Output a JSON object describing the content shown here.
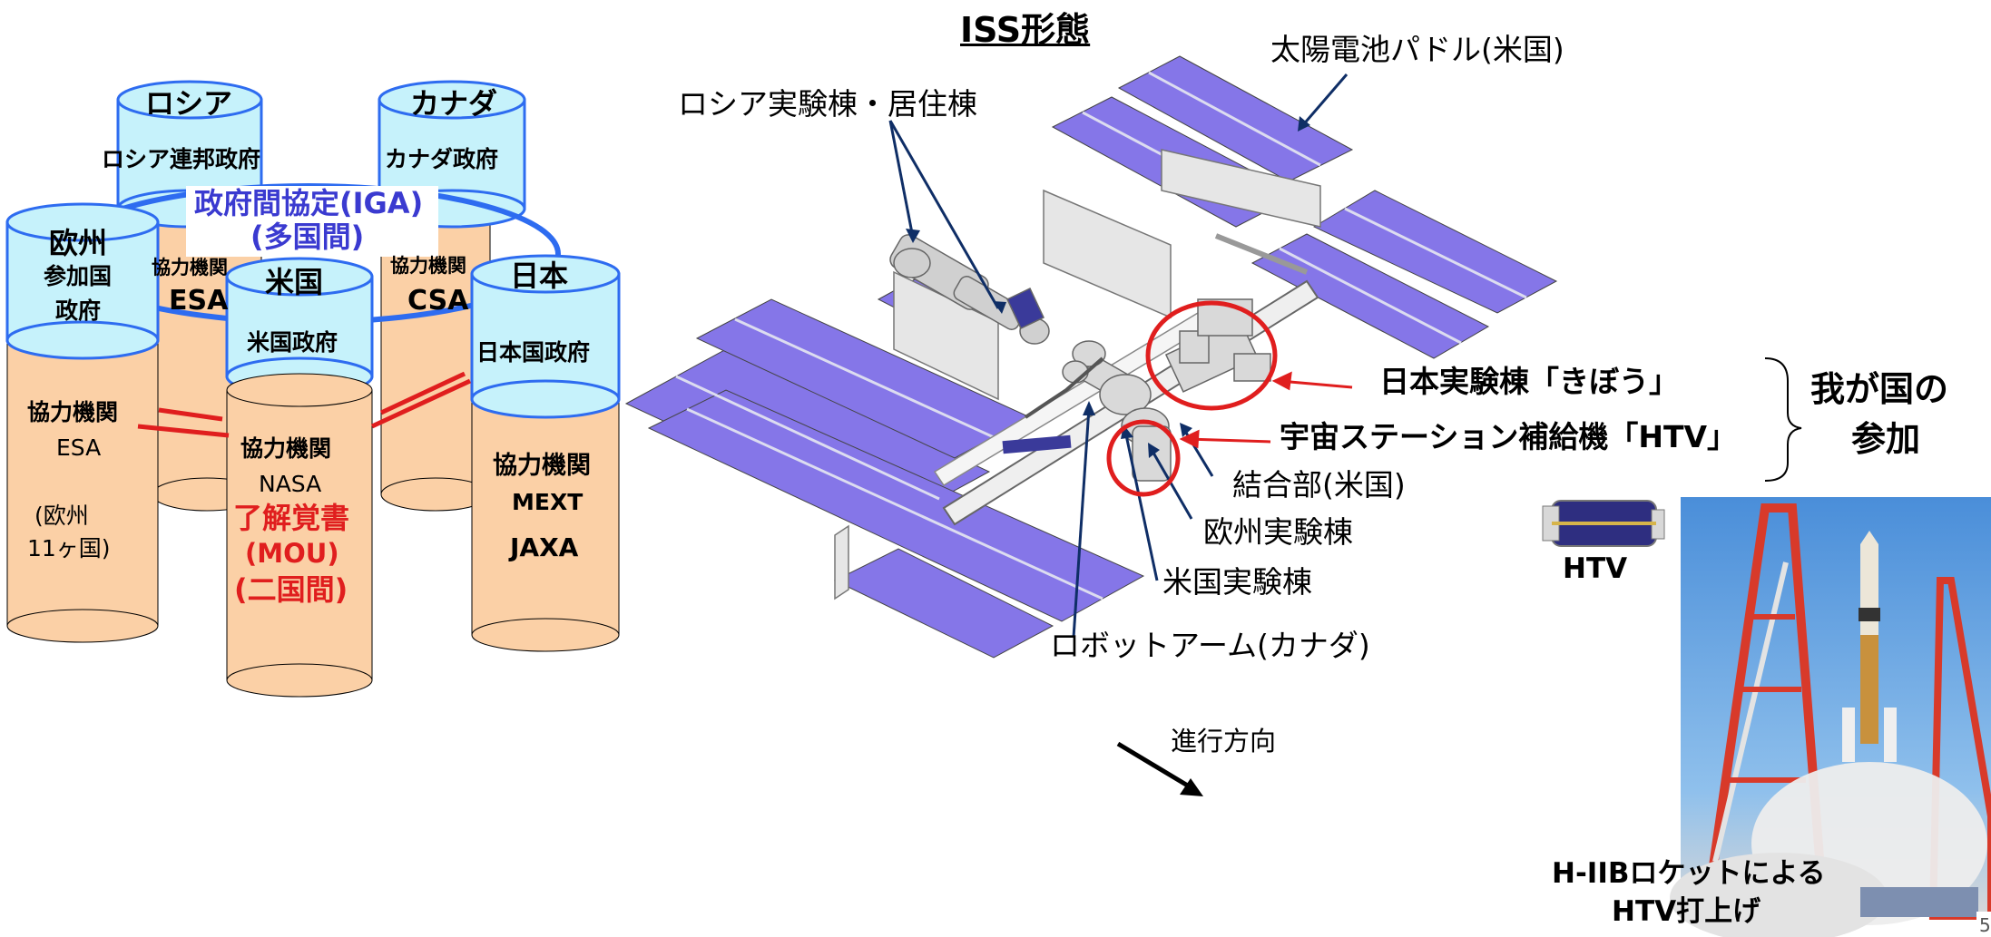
{
  "diagram": {
    "title": "ISS形態",
    "framework": {
      "igaLine1": "政府間協定(IGA)",
      "igaLine2": "(多国間)",
      "russia": {
        "header": "ロシア",
        "gov": "ロシア連邦政府"
      },
      "canada": {
        "header": "カナダ",
        "gov": "カナダ政府",
        "agency": "協力機関",
        "agencyName": "CSA"
      },
      "europe": {
        "header": "欧州",
        "gov1": "参加国",
        "gov2": "政府",
        "backAgency": "協力機関",
        "backAgencyName": "ESA",
        "agency": "協力機関",
        "agencyName": "ESA",
        "note1": "(欧州",
        "note2": "11ヶ国)"
      },
      "us": {
        "header": "米国",
        "gov": "米国政府",
        "agency": "協力機関",
        "agencyName": "NASA"
      },
      "japan": {
        "header": "日本",
        "gov": "日本国政府",
        "agency": "協力機関",
        "agencyName1": "MEXT",
        "agencyName2": "JAXA"
      },
      "mou1": "了解覚書",
      "mou2": "(MOU)",
      "mou3": "(二国間)"
    },
    "labels": {
      "solar": "太陽電池パドル(米国)",
      "russianModules": "ロシア実験棟・居住棟",
      "kibo": "日本実験棟「きぼう」",
      "htvSupply": "宇宙ステーション補給機「HTV」",
      "node": "結合部(米国)",
      "europeLab": "欧州実験棟",
      "usLab": "米国実験棟",
      "robotArm": "ロボットアーム(カナダ)",
      "direction": "進行方向",
      "participation1": "我が国の",
      "participation2": "参加",
      "htv": "HTV",
      "launch1": "H-IIBロケットによる",
      "launch2": "HTV打上げ",
      "page": "5"
    },
    "colors": {
      "cylinderTop": "#c6f2fb",
      "cylinderBody": "#fbd0a6",
      "cylinderStroke": "#2e6cf0",
      "solarPanel": "#8576e8",
      "accent": "#e01e1e",
      "igaText": "#3a3ad0",
      "arrow": "#0f2e66"
    }
  }
}
